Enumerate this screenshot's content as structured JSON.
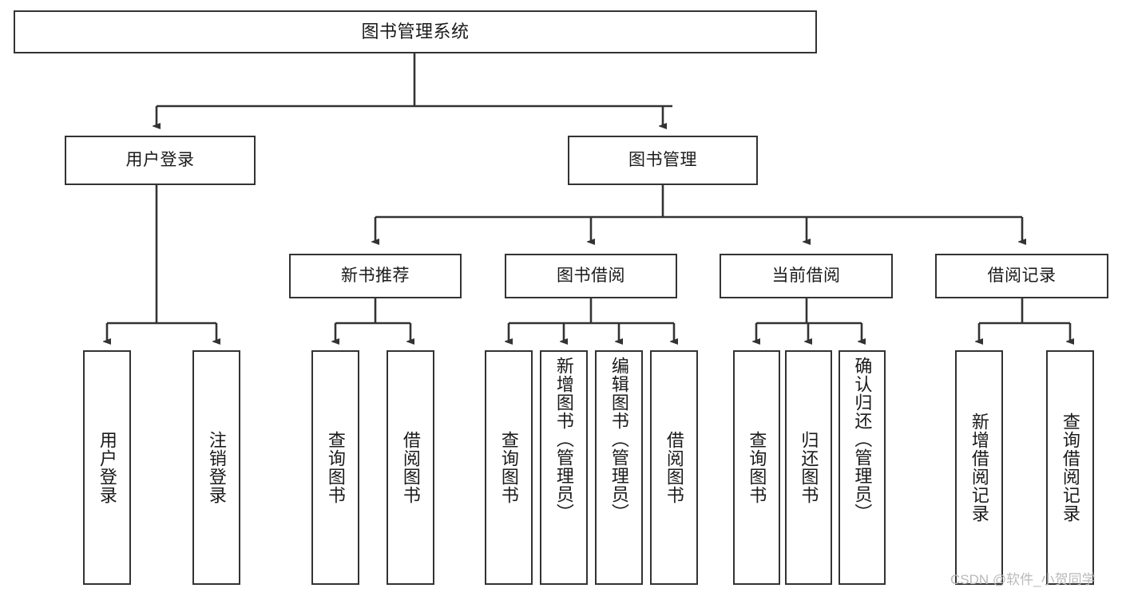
{
  "diagram": {
    "type": "tree-hierarchy",
    "title": "图书管理系统",
    "watermark": "CSDN @软件_小贺同学",
    "colors": {
      "background": "#ffffff",
      "box_border": "#333333",
      "box_fill": "#ffffff",
      "connector": "#333333",
      "text": "#1a1a1a",
      "watermark": "#b9b9b9"
    },
    "nodes": {
      "root": {
        "label": "图书管理系统"
      },
      "level2": [
        {
          "id": "user-login",
          "label": "用户登录"
        },
        {
          "id": "book-management",
          "label": "图书管理"
        }
      ],
      "level3": [
        {
          "id": "new-book-recommend",
          "label": "新书推荐"
        },
        {
          "id": "book-borrow",
          "label": "图书借阅"
        },
        {
          "id": "current-borrow",
          "label": "当前借阅"
        },
        {
          "id": "borrow-record",
          "label": "借阅记录"
        }
      ],
      "leaves": {
        "user_login": [
          {
            "id": "leaf-user-login",
            "label": "用户登录"
          },
          {
            "id": "leaf-logout-login",
            "label": "注销登录"
          }
        ],
        "new_book_recommend": [
          {
            "id": "leaf-query-book-1",
            "label": "查询图书"
          },
          {
            "id": "leaf-borrow-book-1",
            "label": "借阅图书"
          }
        ],
        "book_borrow": [
          {
            "id": "leaf-query-book-2",
            "label": "查询图书"
          },
          {
            "id": "leaf-add-book",
            "label": "新增图书（管理员）"
          },
          {
            "id": "leaf-edit-book",
            "label": "编辑图书（管理员）"
          },
          {
            "id": "leaf-borrow-book-2",
            "label": "借阅图书"
          }
        ],
        "current_borrow": [
          {
            "id": "leaf-query-book-3",
            "label": "查询图书"
          },
          {
            "id": "leaf-return-book",
            "label": "归还图书"
          },
          {
            "id": "leaf-confirm-return",
            "label": "确认归还（管理员）"
          }
        ],
        "borrow_record": [
          {
            "id": "leaf-add-record",
            "label": "新增借阅记录"
          },
          {
            "id": "leaf-query-record",
            "label": "查询借阅记录"
          }
        ]
      }
    }
  }
}
